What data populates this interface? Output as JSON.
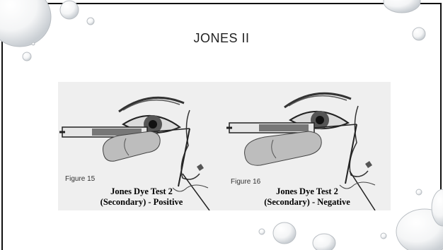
{
  "slide": {
    "title": "JONES II"
  },
  "figures": [
    {
      "number_label": "Figure 15",
      "caption_line1": "Jones Dye Test 2",
      "caption_line2": "(Secondary) - Positive"
    },
    {
      "number_label": "Figure 16",
      "caption_line1": "Jones Dye Test 2",
      "caption_line2": "(Secondary) - Negative"
    }
  ],
  "decorations": {
    "style": "water-droplets",
    "droplet_color": "#d9dde1"
  }
}
